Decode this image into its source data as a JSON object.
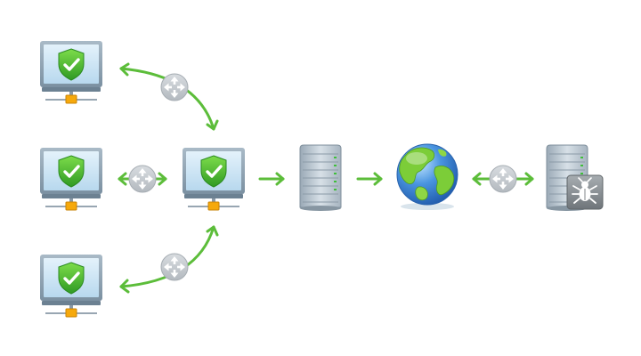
{
  "colors": {
    "arrow": "#5cbd3a",
    "shield_light": "#66cf3e",
    "shield_dark": "#2f9a24",
    "monitor_frame": "#8ea3b3",
    "monitor_screen": "#cfe6f5",
    "network_pad": "#f6a90c",
    "hub_circle": "#c7ccd1",
    "server_body": "#b9c6d1",
    "server_led": "#3fbf3a",
    "globe_ocean": "#3d86d6",
    "globe_land": "#7ccd38",
    "antivirus_badge": "#8f9599"
  },
  "diagram": {
    "nodes": [
      {
        "id": "workstation-top",
        "icon": "protected-workstation-icon"
      },
      {
        "id": "workstation-middle",
        "icon": "protected-workstation-icon"
      },
      {
        "id": "workstation-bottom",
        "icon": "protected-workstation-icon"
      },
      {
        "id": "workstation-central",
        "icon": "protected-workstation-icon"
      },
      {
        "id": "local-server",
        "icon": "server-icon"
      },
      {
        "id": "internet",
        "icon": "globe-icon"
      },
      {
        "id": "antivirus-server",
        "icon": "antivirus-server-icon"
      }
    ],
    "hubs": [
      {
        "id": "hub-top",
        "icon": "four-way-arrows-icon"
      },
      {
        "id": "hub-middle",
        "icon": "four-way-arrows-icon"
      },
      {
        "id": "hub-bottom",
        "icon": "four-way-arrows-icon"
      },
      {
        "id": "hub-right",
        "icon": "four-way-arrows-icon"
      }
    ],
    "connections": [
      {
        "from": "workstation-top",
        "to": "workstation-central",
        "direction": "both",
        "via": "hub-top"
      },
      {
        "from": "workstation-middle",
        "to": "workstation-central",
        "direction": "both",
        "via": "hub-middle"
      },
      {
        "from": "workstation-bottom",
        "to": "workstation-central",
        "direction": "both",
        "via": "hub-bottom"
      },
      {
        "from": "workstation-central",
        "to": "local-server",
        "direction": "forward"
      },
      {
        "from": "local-server",
        "to": "internet",
        "direction": "forward"
      },
      {
        "from": "internet",
        "to": "antivirus-server",
        "direction": "both",
        "via": "hub-right"
      }
    ]
  }
}
